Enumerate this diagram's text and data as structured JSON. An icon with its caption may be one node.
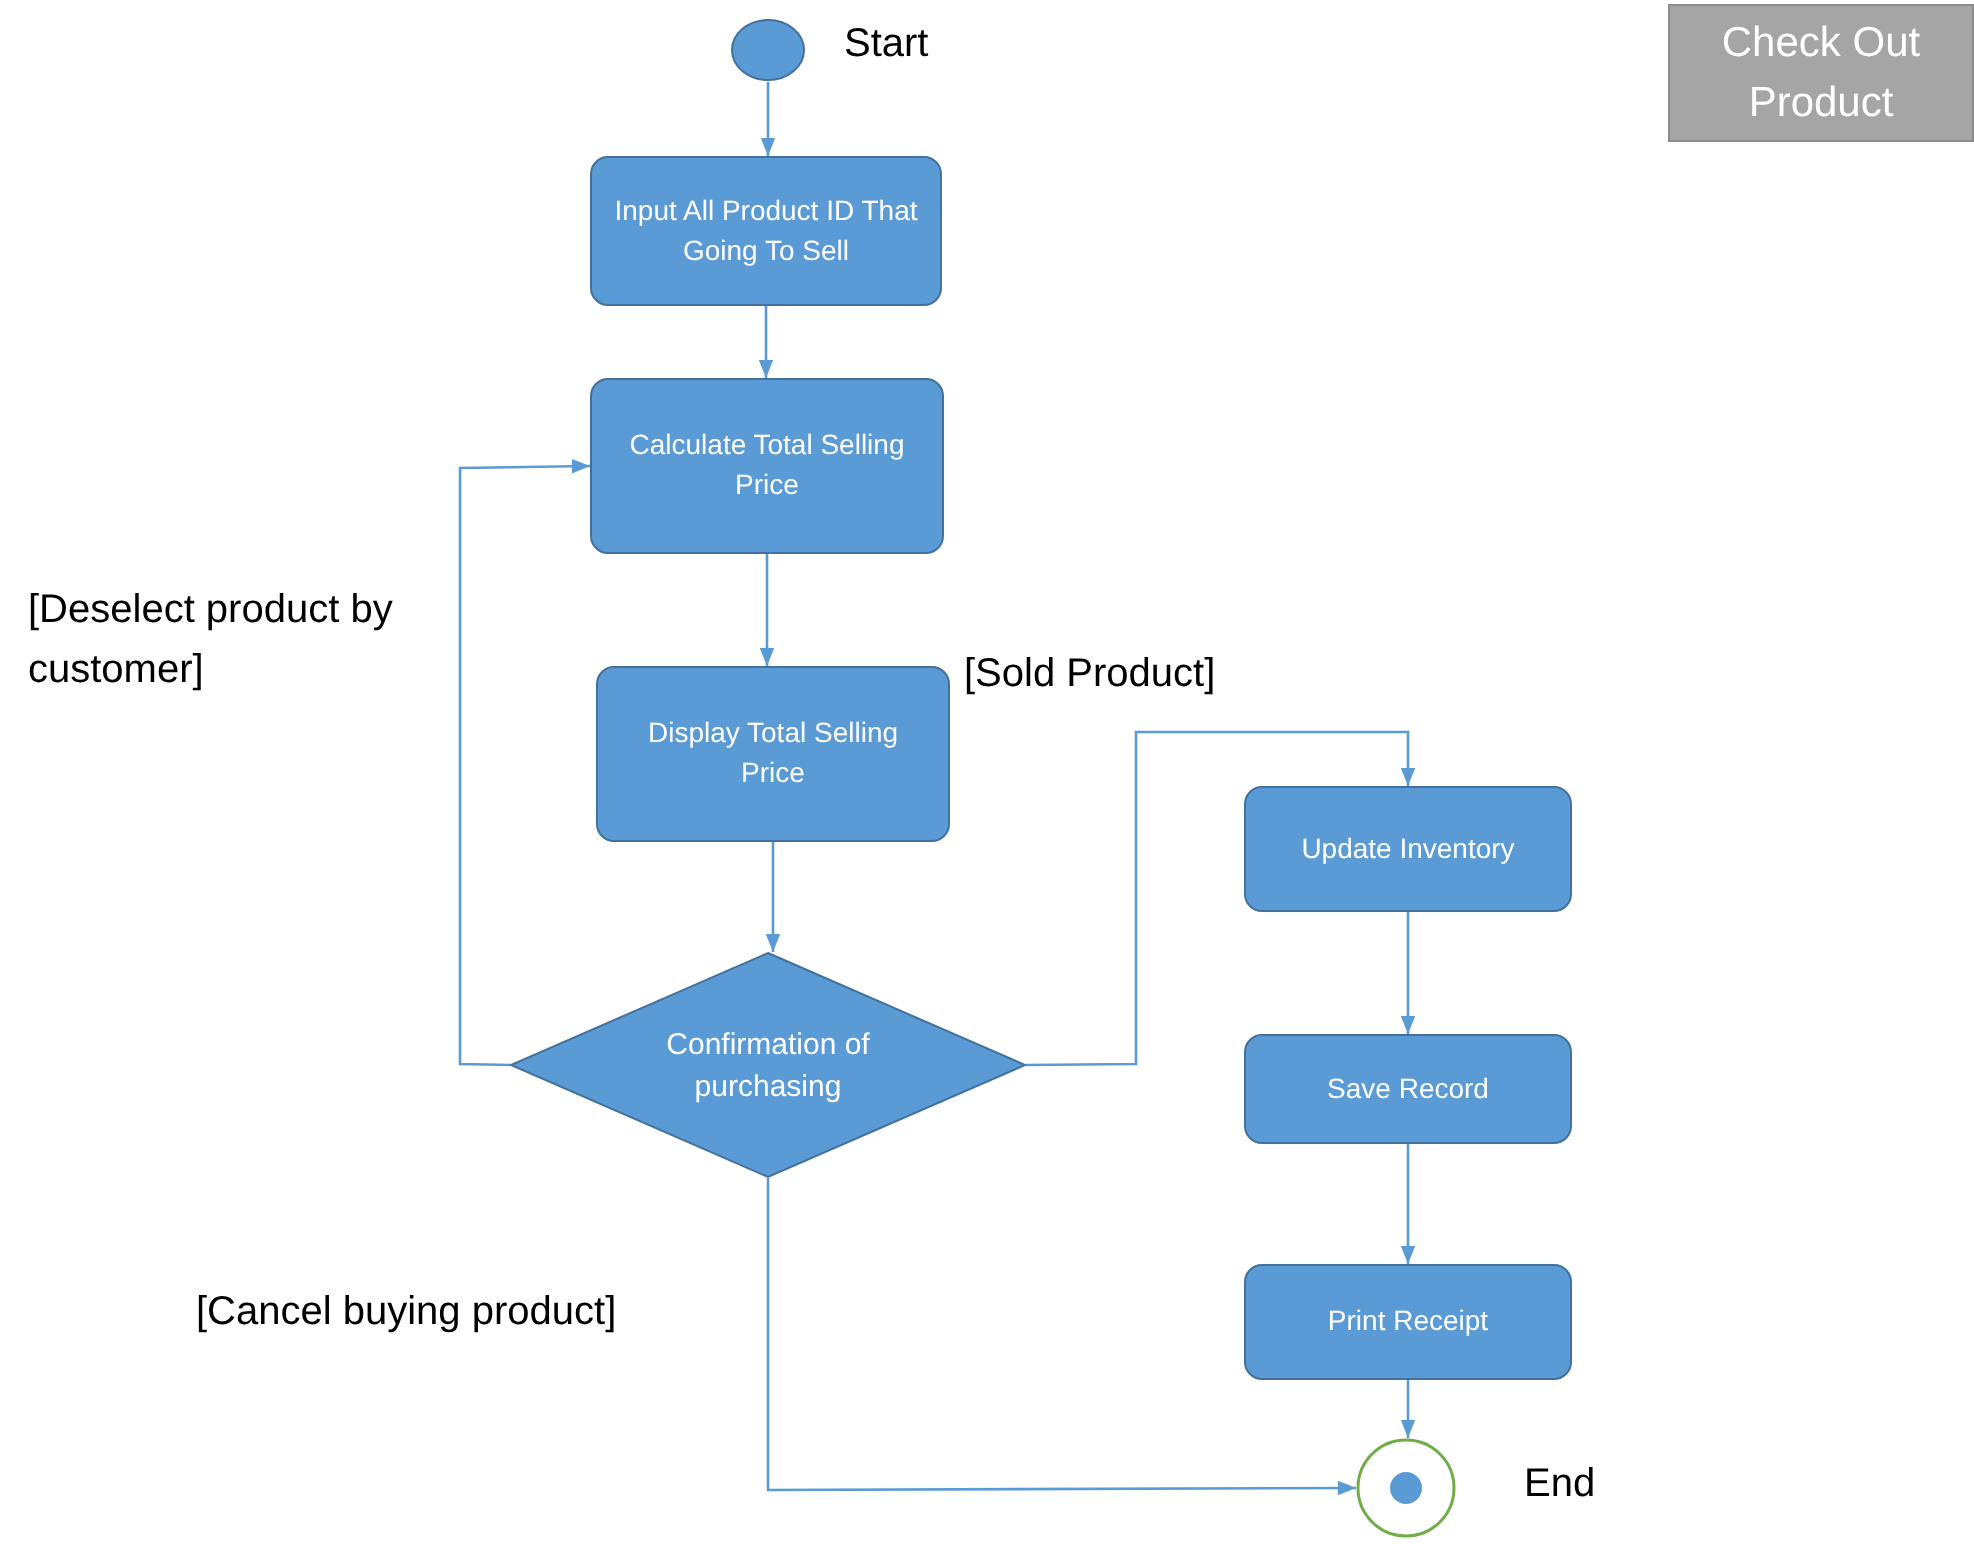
{
  "diagram": {
    "nodes": [
      {
        "text": [],
        "shape": "circle",
        "beside": [
          "Start"
        ]
      },
      {
        "text": [
          "Input All Product ID That Going To Sell"
        ]
      },
      {
        "text": [
          "Calculate Total Selling Price"
        ]
      },
      {
        "text": [
          "Display Total Selling Price"
        ]
      },
      {
        "text": [
          "Confirmation of purchasing"
        ]
      },
      {
        "text": [
          "Update Inventory"
        ]
      },
      {
        "text": [
          "Save Record"
        ]
      },
      {
        "text": [
          "Print Receipt"
        ]
      },
      {
        "text": [],
        "shape": "circle",
        "beside": [
          "End"
        ]
      },
      {
        "text": [
          "Check Out Product"
        ]
      }
    ],
    "edges": [
      {
        "from": 0,
        "to": 1,
        "arrow": "to"
      },
      {
        "from": 1,
        "to": 2,
        "arrow": "to"
      },
      {
        "from": 2,
        "to": 3,
        "arrow": "to"
      },
      {
        "from": 3,
        "to": 4,
        "arrow": "to"
      },
      {
        "from": 4,
        "to": 2,
        "arrow": "to",
        "label": "[Deselect product by customer]"
      },
      {
        "from": 4,
        "to": 5,
        "arrow": "to",
        "label": "[Sold Product]"
      },
      {
        "from": 5,
        "to": 6,
        "arrow": "to"
      },
      {
        "from": 6,
        "to": 7,
        "arrow": "to"
      },
      {
        "from": 7,
        "to": 8,
        "arrow": "to"
      },
      {
        "from": 4,
        "to": 8,
        "arrow": "to",
        "label": "[Cancel buying product]"
      }
    ]
  }
}
